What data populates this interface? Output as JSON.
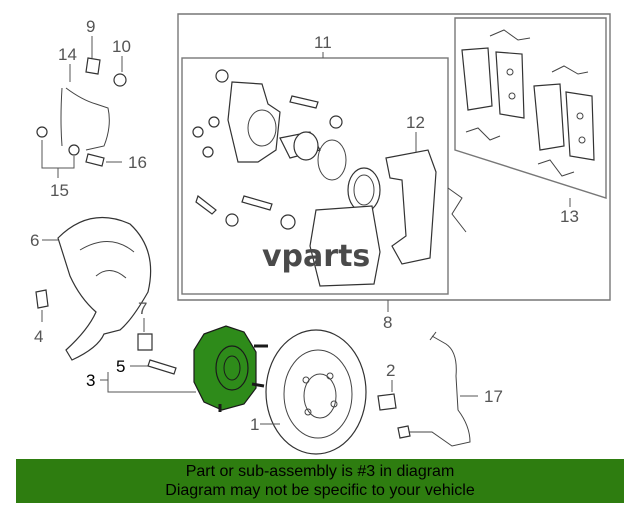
{
  "watermark": "vparts",
  "callouts": {
    "c1": "1",
    "c2": "2",
    "c3": "3",
    "c4": "4",
    "c5": "5",
    "c6": "6",
    "c7": "7",
    "c8": "8",
    "c9": "9",
    "c10": "10",
    "c11": "11",
    "c12": "12",
    "c13": "13",
    "c14": "14",
    "c15": "15",
    "c16": "16",
    "c17": "17"
  },
  "colors": {
    "highlight": "#2e8b1a",
    "banner": "#2e7d10"
  },
  "banner": {
    "line1": "Part or sub-assembly is #3 in diagram",
    "line2": "Diagram may not be specific to your vehicle"
  }
}
